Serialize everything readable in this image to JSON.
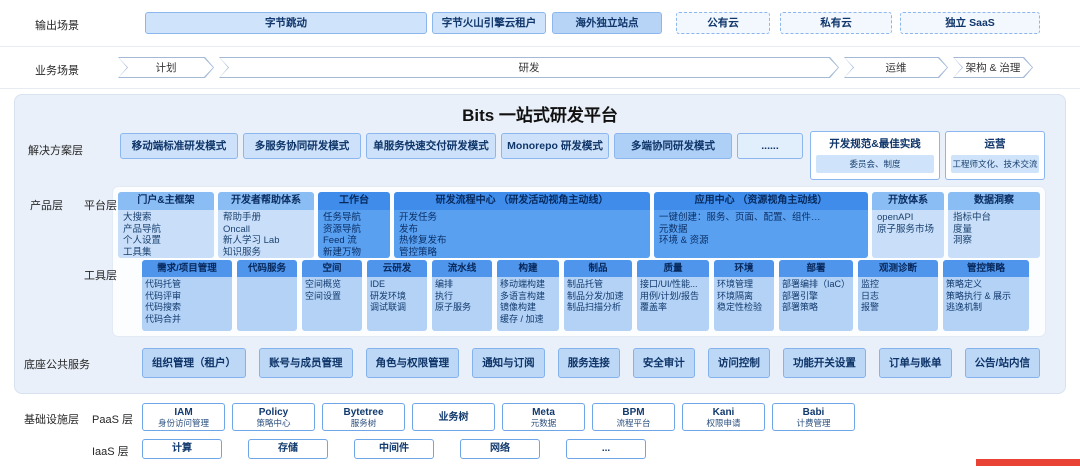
{
  "platform_title": "Bits 一站式研发平台",
  "output_scenarios": {
    "label": "输出场景",
    "solid": [
      "字节跳动",
      "字节火山引擎云租户",
      "海外独立站点"
    ],
    "dashed": [
      "公有云",
      "私有云",
      "独立 SaaS"
    ]
  },
  "business_scenarios": {
    "label": "业务场景",
    "stages": [
      "计划",
      "研发",
      "运维",
      "架构 & 治理"
    ]
  },
  "solutions": {
    "label": "解决方案层",
    "modes": [
      "移动端标准研发模式",
      "多服务协同研发模式",
      "单服务快速交付研发模式",
      "Monorepo 研发模式",
      "多端协同研发模式",
      "......"
    ],
    "governance": {
      "title": "开发规范&最佳实践",
      "sub": "委员会、制度"
    },
    "operation": {
      "title": "运营",
      "sub": "工程师文化、技术交流"
    }
  },
  "product_layer": {
    "label": "产品层",
    "platform": {
      "label": "平台层",
      "columns": [
        {
          "header": "门户&主框架",
          "tone": "light",
          "items": [
            "大搜索",
            "产品导航",
            "个人设置",
            "工具集"
          ]
        },
        {
          "header": "开发者帮助体系",
          "tone": "light",
          "items": [
            "帮助手册",
            "Oncall",
            "新人学习 Lab",
            "知识服务"
          ]
        },
        {
          "header": "工作台",
          "tone": "dark",
          "items": [
            "任务导航",
            "资源导航",
            "Feed 流",
            "新建万物"
          ]
        },
        {
          "header": "研发流程中心 （研发活动视角主动线）",
          "tone": "dark",
          "items": [
            "开发任务",
            "发布",
            "热修复发布",
            "管控策略"
          ]
        },
        {
          "header": "应用中心 （资源视角主动线）",
          "tone": "dark",
          "items": [
            "一键创建：服务、页面、配置、组件…",
            "元数据",
            "环境 & 资源"
          ]
        },
        {
          "header": "开放体系",
          "tone": "light",
          "items": [
            "openAPI",
            "原子服务市场"
          ]
        },
        {
          "header": "数据洞察",
          "tone": "light",
          "items": [
            "指标中台",
            "度量",
            "洞察"
          ]
        }
      ]
    },
    "tools": {
      "label": "工具层",
      "columns": [
        {
          "header": "需求/项目管理",
          "items": [
            "代码托管",
            "代码评审",
            "代码搜索",
            "代码合并"
          ]
        },
        {
          "header": "代码服务",
          "items": []
        },
        {
          "header": "空间",
          "items": [
            "空间概览",
            "空间设置"
          ]
        },
        {
          "header": "云研发",
          "items": [
            "IDE",
            "研发环境",
            "调试联调"
          ]
        },
        {
          "header": "流水线",
          "items": [
            "编排",
            "执行",
            "原子服务"
          ]
        },
        {
          "header": "构建",
          "items": [
            "移动端构建",
            "多语言构建",
            "镜像构建",
            "缓存 / 加速"
          ]
        },
        {
          "header": "制品",
          "items": [
            "制品托管",
            "制品分发/加速",
            "制品扫描分析"
          ]
        },
        {
          "header": "质量",
          "items": [
            "接口/UI/性能...",
            "用例/计划/报告",
            "覆盖率"
          ]
        },
        {
          "header": "环境",
          "items": [
            "环境管理",
            "环境隔离",
            "稳定性检验"
          ]
        },
        {
          "header": "部署",
          "items": [
            "部署编排（IaC）",
            "部署引擎",
            "部署策略"
          ]
        },
        {
          "header": "观测诊断",
          "items": [
            "监控",
            "日志",
            "报警"
          ]
        },
        {
          "header": "管控策略",
          "items": [
            "策略定义",
            "策略执行 & 展示",
            "逃逸机制"
          ]
        }
      ]
    }
  },
  "base_services": {
    "label": "底座公共服务",
    "items": [
      "组织管理（租户）",
      "账号与成员管理",
      "角色与权限管理",
      "通知与订阅",
      "服务连接",
      "安全审计",
      "访问控制",
      "功能开关设置",
      "订单与账单",
      "公告/站内信"
    ]
  },
  "infrastructure": {
    "label": "基础设施层",
    "paas": {
      "label": "PaaS 层",
      "items": [
        {
          "name": "IAM",
          "sub": "身份访问管理"
        },
        {
          "name": "Policy",
          "sub": "策略中心"
        },
        {
          "name": "Bytetree",
          "sub": "服务树"
        },
        {
          "name": "业务树",
          "sub": ""
        },
        {
          "name": "Meta",
          "sub": "元数据"
        },
        {
          "name": "BPM",
          "sub": "流程平台"
        },
        {
          "name": "Kani",
          "sub": "权限申请"
        },
        {
          "name": "Babi",
          "sub": "计费管理"
        }
      ]
    },
    "iaas": {
      "label": "IaaS 层",
      "items": [
        "计算",
        "存储",
        "中间件",
        "网络",
        "..."
      ]
    }
  },
  "colors": {
    "primary_blue": "#2f7fe0",
    "medium_blue": "#59a0f1",
    "light_blue": "#cfe3fa",
    "panel_bg": "#e9f0f9",
    "red_bar": "#e84335"
  }
}
